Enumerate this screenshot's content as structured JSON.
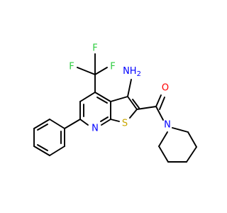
{
  "colors": {
    "background": "#ffffff",
    "bond": "#000000",
    "nitrogen": "#0000ff",
    "oxygen": "#ff0000",
    "sulfur": "#c9a600",
    "fluorine": "#2ecc40"
  },
  "labels": {
    "fluorine_1": "F",
    "fluorine_2": "F",
    "fluorine_3": "F",
    "amine": "NH",
    "amine_subscript": "2",
    "carbonyl_oxygen": "O",
    "pyridine_nitrogen": "N",
    "thiophene_sulfur": "S",
    "piperidine_nitrogen": "N"
  }
}
